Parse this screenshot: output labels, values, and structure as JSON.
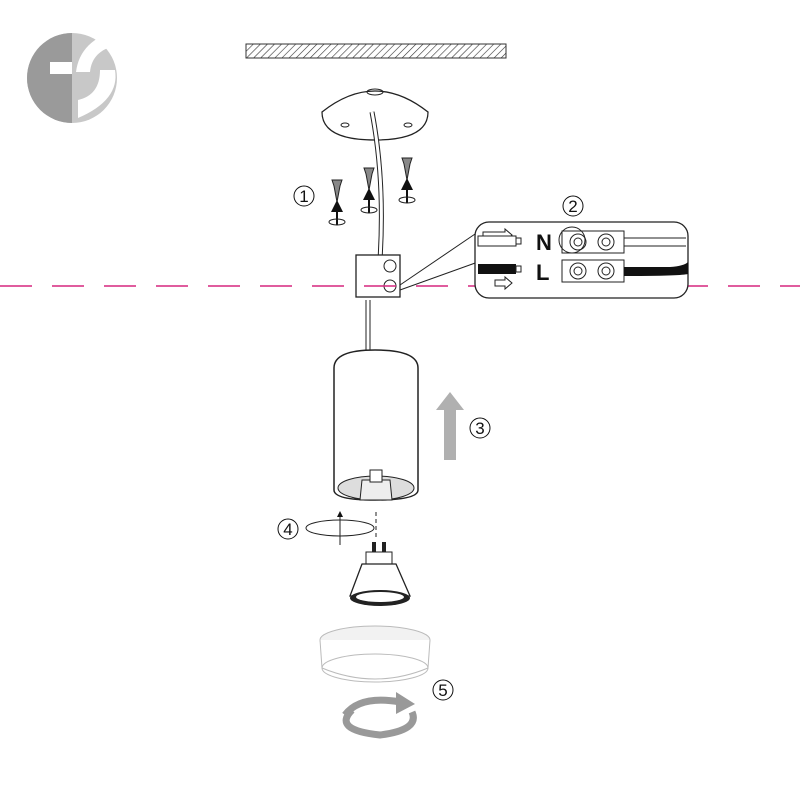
{
  "logo": {
    "text": "ES"
  },
  "steps": [
    {
      "number": "1"
    },
    {
      "number": "2"
    },
    {
      "number": "3"
    },
    {
      "number": "4"
    },
    {
      "number": "5"
    }
  ],
  "wiring": {
    "neutral_label": "N",
    "live_label": "L"
  },
  "colors": {
    "guide_line": "#d6267f",
    "logo_dark": "#9a9a9a",
    "logo_light": "#c8c8c8",
    "arrow_gray": "#b0b0b0"
  }
}
